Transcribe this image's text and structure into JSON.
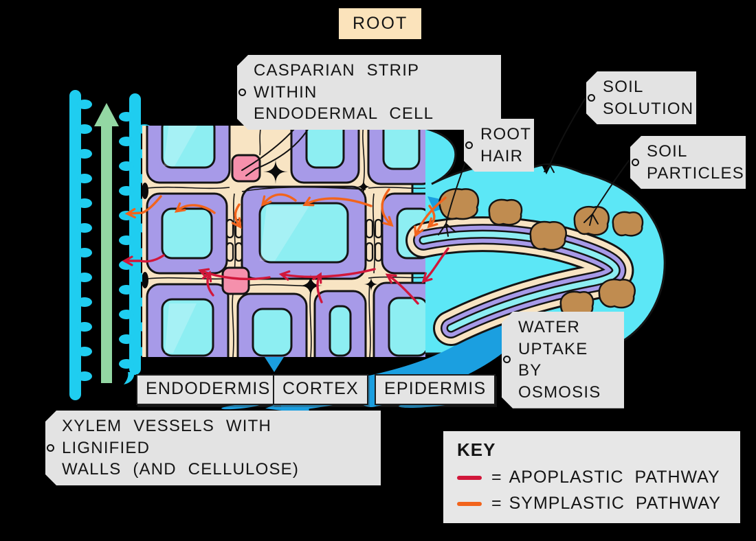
{
  "colors": {
    "water": "#5ce7f6",
    "xylem": "#1fcdf0",
    "cell_wall": "#f8e4c3",
    "cytoplasm": "#a79ae8",
    "vacuole": "#8deef2",
    "casparian_strip": "#f590ac",
    "soil_particle": "#c08c50",
    "water_uptake_arrow": "#1b9fe0",
    "flow_arrow": "#93d7a3",
    "apoplastic": "#d1173a",
    "symplastic": "#f2641c",
    "label_bg": "#e3e3e3",
    "root_label_bg": "#fbe3bb"
  },
  "labels": {
    "root": "ROOT",
    "casparian": {
      "line1": "CASPARIAN STRIP WITHIN",
      "line2": "ENDODERMAL CELL"
    },
    "soil_solution": {
      "line1": "SOIL",
      "line2": "SOLUTION"
    },
    "soil_particles": {
      "line1": "SOIL",
      "line2": "PARTICLES"
    },
    "root_hair": {
      "line1": "ROOT",
      "line2": "HAIR"
    },
    "water_uptake": {
      "line1": "WATER",
      "line2": "UPTAKE BY",
      "line3": "OSMOSIS"
    },
    "endodermis": "ENDODERMIS",
    "cortex": "CORTEX",
    "epidermis": "EPIDERMIS",
    "xylem": {
      "line1": "XYLEM VESSELS WITH LIGNIFIED",
      "line2": "WALLS (AND CELLULOSE)"
    }
  },
  "key": {
    "title": "KEY",
    "entries": [
      {
        "symbol_color": "#d1173a",
        "equals": "=",
        "label": "APOPLASTIC PATHWAY"
      },
      {
        "symbol_color": "#f2641c",
        "equals": "=",
        "label": "SYMPLASTIC PATHWAY"
      }
    ]
  }
}
